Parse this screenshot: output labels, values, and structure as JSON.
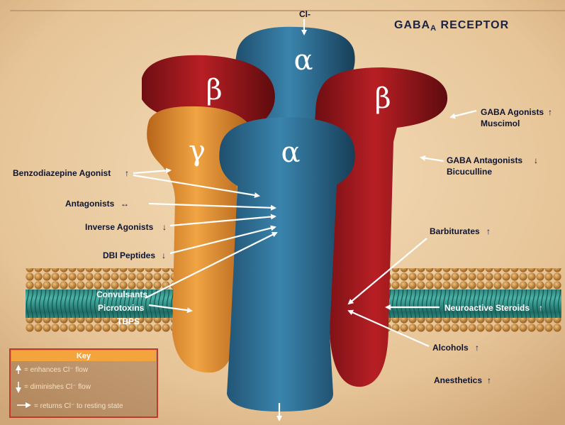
{
  "title": "GABAA RECEPTOR",
  "title_main": "GABA",
  "title_sub": "A",
  "title_end": " RECEPTOR",
  "ion_top": "Cl-",
  "subunits": {
    "alpha_back": "α",
    "beta_left": "β",
    "beta_right": "β",
    "gamma": "γ",
    "alpha_front": "α"
  },
  "left_labels": {
    "benzodiazepine": "Benzodiazepine Agonist",
    "antagonists": "Antagonists",
    "inverse": "Inverse Agonists",
    "dbi": "DBI Peptides",
    "convulsants": "Convulsants",
    "picrotoxins": "Picrotoxins",
    "tbps": "TBPS"
  },
  "right_labels": {
    "gaba_agonists": "GABA Agonists",
    "muscimol": "Muscimol",
    "gaba_antagonists": "GABA Antagonists",
    "bicuculline": "Bicuculline",
    "barbiturates": "Barbiturates",
    "neuroactive": "Neuroactive Steroids",
    "alcohols": "Alcohols",
    "anesthetics": "Anesthetics"
  },
  "key": {
    "title": "Key",
    "enhances": "= enhances Cl⁻ flow",
    "diminishes": "= diminishes Cl⁻ flow",
    "returns": "= returns Cl⁻ to resting state"
  },
  "colors": {
    "background": "#e8c9a0",
    "alpha": "#2a6a8e",
    "beta": "#a0191e",
    "gamma": "#e0902c",
    "membrane_head": "#c58a3a",
    "membrane_tail": "#2e8f86",
    "key_header": "#f3a43c",
    "key_border": "#c0392b"
  }
}
